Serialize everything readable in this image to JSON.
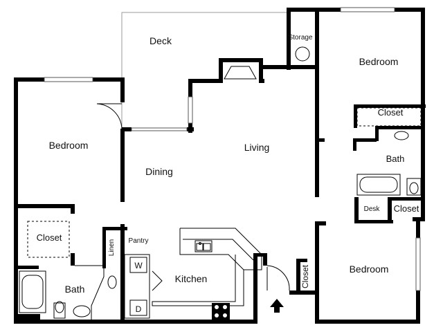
{
  "rooms": {
    "deck": "Deck",
    "storage": "Storage",
    "bedroom_top_right": "Bedroom",
    "closet_top_right": "Closet",
    "bath_right": "Bath",
    "bedroom_left": "Bedroom",
    "living": "Living",
    "dining": "Dining",
    "closet_left": "Closet",
    "linen": "Linen",
    "pantry": "Pantry",
    "washer": "W",
    "dryer": "D",
    "kitchen": "Kitchen",
    "bath_left": "Bath",
    "desk": "Desk",
    "closet_small_right": "Closet",
    "closet_entry": "Closet",
    "bedroom_bottom_right": "Bedroom"
  },
  "colors": {
    "wall": "#000000",
    "line": "#000000",
    "background": "#ffffff"
  },
  "icons": {
    "entry": "entry-arrow-icon"
  }
}
